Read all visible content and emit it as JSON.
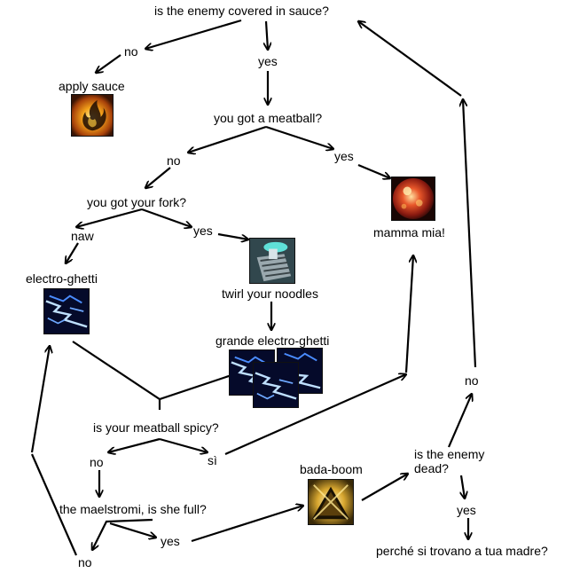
{
  "colors": {
    "line": "#000000",
    "fire": "#e8a014",
    "spark": "#6ea8ff",
    "meatball": "#d8442a",
    "fork": "#2fb4b0",
    "bolt": "#d9b13a"
  },
  "nodes": {
    "q_sauce": "is the enemy covered in sauce?",
    "a_no_1": "no",
    "a_yes_1": "yes",
    "apply_sauce": "apply sauce",
    "q_meatball": "you got a meatball?",
    "a_no_2": "no",
    "a_yes_2": "yes",
    "mamma_mia": "mamma mia!",
    "q_fork": "you got your fork?",
    "a_naw": "naw",
    "a_yes_3": "yes",
    "electro_ghetti": "electro-ghetti",
    "twirl": "twirl your noodles",
    "grande": "grande electro-ghetti",
    "q_spicy": "is your meatball spicy?",
    "a_no_3": "no",
    "a_si": "sì",
    "q_maelstrom": "the maelstromi, is she full?",
    "a_no_4": "no",
    "a_yes_4": "yes",
    "bada_boom": "bada-boom",
    "q_dead": "is the enemy\ndead?",
    "a_no_5": "no",
    "a_yes_5": "yes",
    "perche": "perché si trovano a tua madre?"
  },
  "icons": {
    "apply_sauce": "fire-icon",
    "mamma_mia": "meatball-icon",
    "twirl": "fork-icon",
    "electro_ghetti": "lightning-icon",
    "grande": "lightning-icon",
    "bada_boom": "bolt-triangle-icon"
  }
}
